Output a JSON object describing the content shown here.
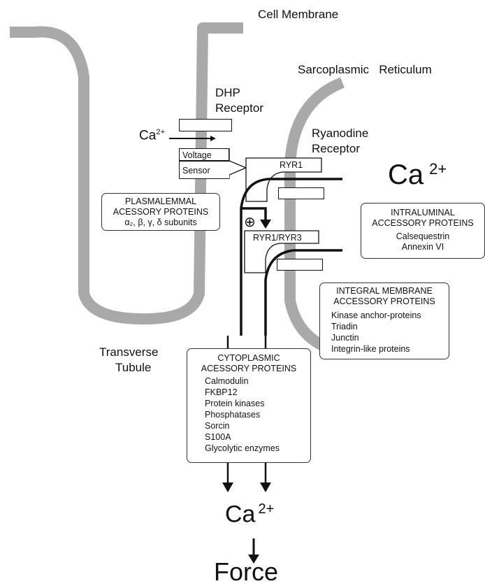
{
  "labels": {
    "cell_membrane": "Cell Membrane",
    "sarcoplasmic_reticulum": "Sarcoplasmic   Reticulum",
    "dhp_receptor_line1": "DHP",
    "dhp_receptor_line2": "Receptor",
    "ryanodine_receptor_line1": "Ryanodine",
    "ryanodine_receptor_line2": "Receptor",
    "ca_left": "Ca",
    "ca_left_charge": "2+",
    "ca_right": "Ca",
    "ca_right_charge": "2+",
    "ca_bottom": "Ca",
    "ca_bottom_charge": "2+",
    "voltage": "Voltage",
    "sensor": "Sensor",
    "ryr1": "RYR1",
    "ryr1_ryr3": "RYR1/RYR3",
    "plus_sign": "⊕",
    "transverse_line1": "Transverse",
    "transverse_line2": "Tubule",
    "force": "Force"
  },
  "boxes": {
    "plasmalemmal": {
      "title_line1": "PLASMALEMMAL",
      "title_line2": "ACESSORY PROTEINS",
      "subtitle": "α₂, β, γ, δ  subunits"
    },
    "intraluminal": {
      "title_line1": "INTRALUMINAL",
      "title_line2": "ACCESSORY PROTEINS",
      "items": [
        "Calsequestrin",
        "Annexin VI"
      ]
    },
    "integral": {
      "title_line1": "INTEGRAL MEMBRANE",
      "title_line2": "ACCESSORY PROTEINS",
      "items": [
        "Kinase anchor-proteins",
        "Triadin",
        "Junctin",
        "Integrin-like proteins"
      ]
    },
    "cytoplasmic": {
      "title_line1": "CYTOPLASMIC",
      "title_line2": "ACESSORY PROTEINS",
      "items": [
        "Calmodulin",
        "FKBP12",
        "Protein kinases",
        "Phosphatases",
        "Sorcin",
        "S100A",
        "Glycolytic enzymes"
      ]
    }
  },
  "colors": {
    "membrane": "#a9a9a9",
    "ink": "#111111"
  }
}
